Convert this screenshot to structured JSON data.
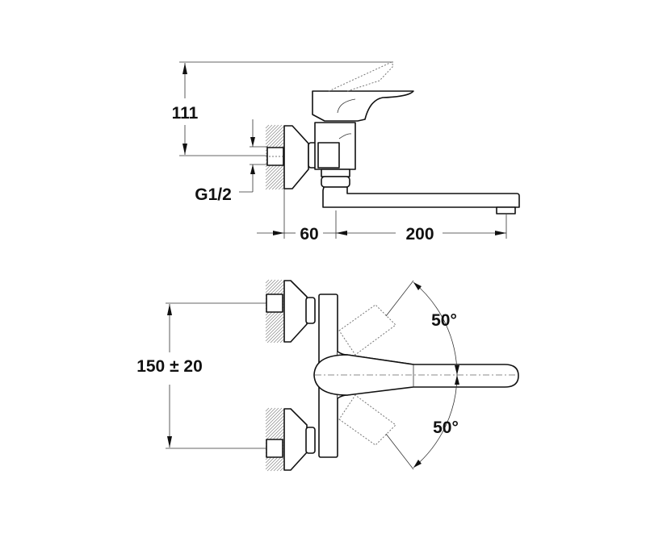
{
  "title": "Wall-mounted single-lever mixer dimension drawing",
  "dimensions": {
    "height": "111",
    "thread": "G1/2",
    "wall_to_body": "60",
    "spout_reach": "200",
    "inlet_spacing": "150 ± 20",
    "swivel_up": "50°",
    "swivel_down": "50°"
  },
  "colors": {
    "line": "#111111",
    "hatch": "#888888"
  }
}
